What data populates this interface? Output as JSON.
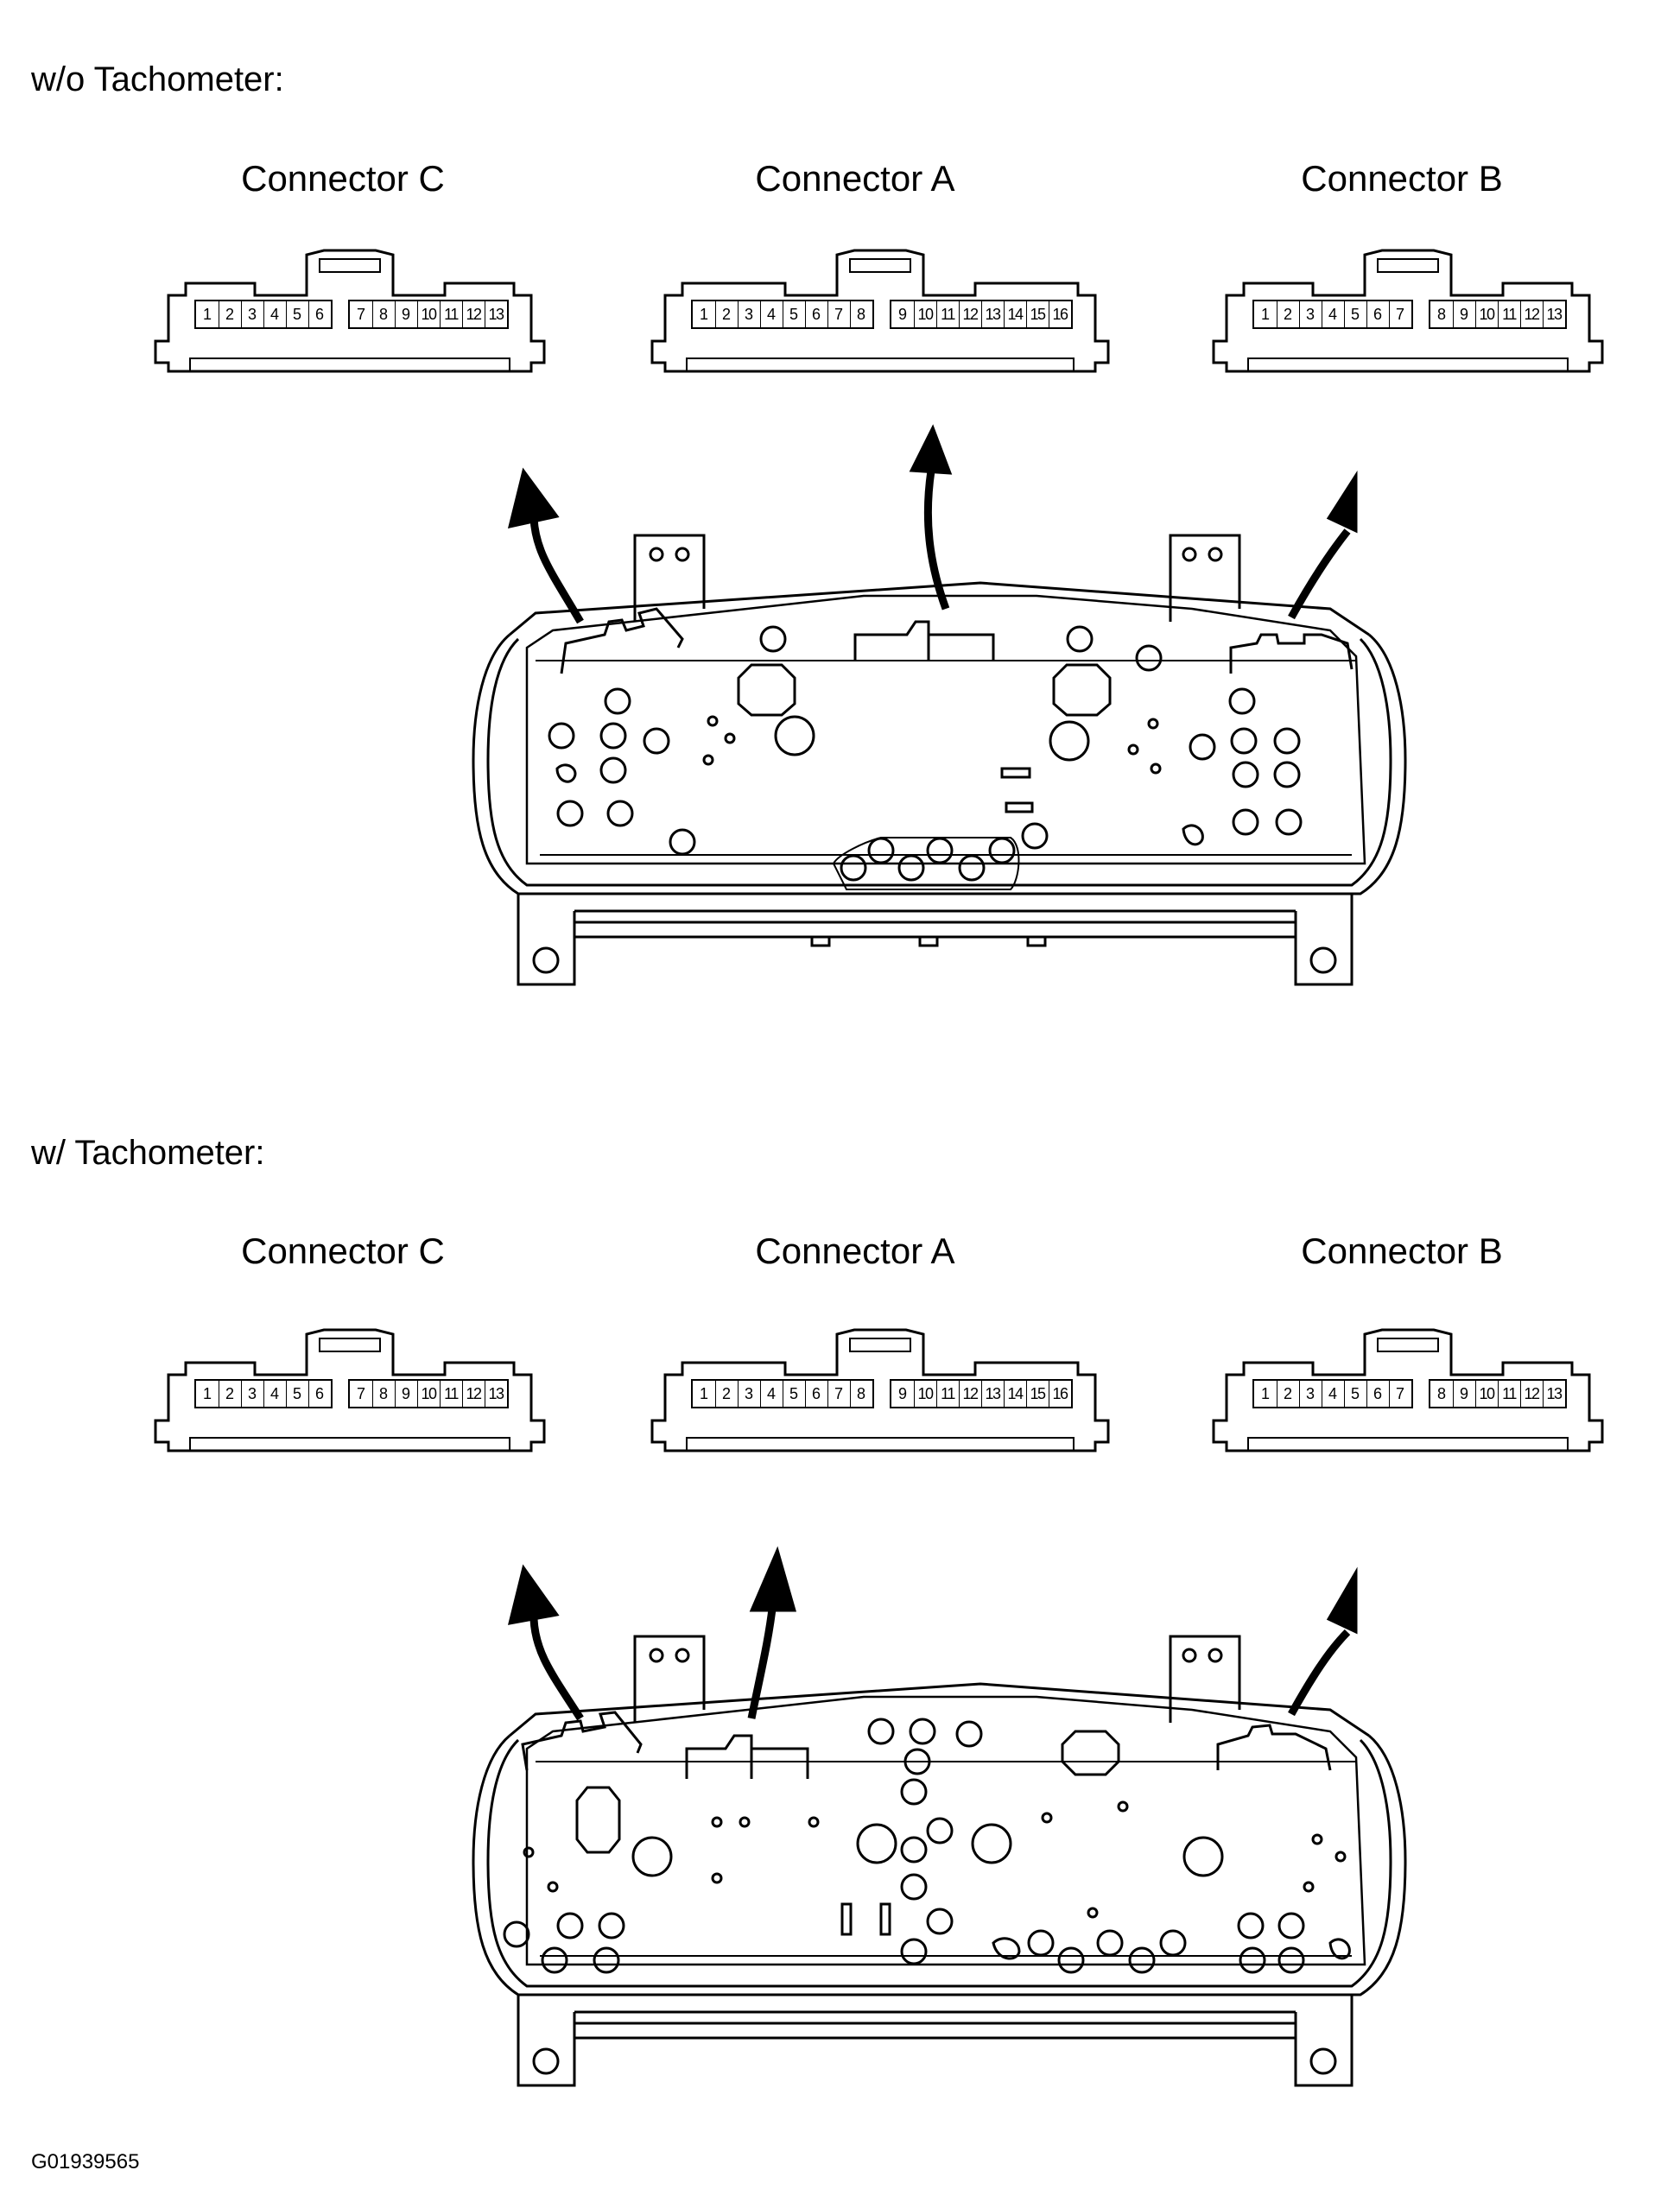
{
  "sections": [
    {
      "title": "w/o Tachometer:",
      "connectors": [
        {
          "label": "Connector C",
          "group1": [
            "1",
            "2",
            "3",
            "4",
            "5",
            "6"
          ],
          "group2": [
            "7",
            "8",
            "9",
            "10",
            "11",
            "12",
            "13"
          ]
        },
        {
          "label": "Connector A",
          "group1": [
            "1",
            "2",
            "3",
            "4",
            "5",
            "6",
            "7",
            "8"
          ],
          "group2": [
            "9",
            "10",
            "11",
            "12",
            "13",
            "14",
            "15",
            "16"
          ]
        },
        {
          "label": "Connector B",
          "group1": [
            "1",
            "2",
            "3",
            "4",
            "5",
            "6",
            "7"
          ],
          "group2": [
            "8",
            "9",
            "10",
            "11",
            "12",
            "13"
          ]
        }
      ]
    },
    {
      "title": "w/ Tachometer:",
      "connectors": [
        {
          "label": "Connector C",
          "group1": [
            "1",
            "2",
            "3",
            "4",
            "5",
            "6"
          ],
          "group2": [
            "7",
            "8",
            "9",
            "10",
            "11",
            "12",
            "13"
          ]
        },
        {
          "label": "Connector A",
          "group1": [
            "1",
            "2",
            "3",
            "4",
            "5",
            "6",
            "7",
            "8"
          ],
          "group2": [
            "9",
            "10",
            "11",
            "12",
            "13",
            "14",
            "15",
            "16"
          ]
        },
        {
          "label": "Connector B",
          "group1": [
            "1",
            "2",
            "3",
            "4",
            "5",
            "6",
            "7"
          ],
          "group2": [
            "8",
            "9",
            "10",
            "11",
            "12",
            "13"
          ]
        }
      ]
    }
  ],
  "figure_id": "G01939565"
}
